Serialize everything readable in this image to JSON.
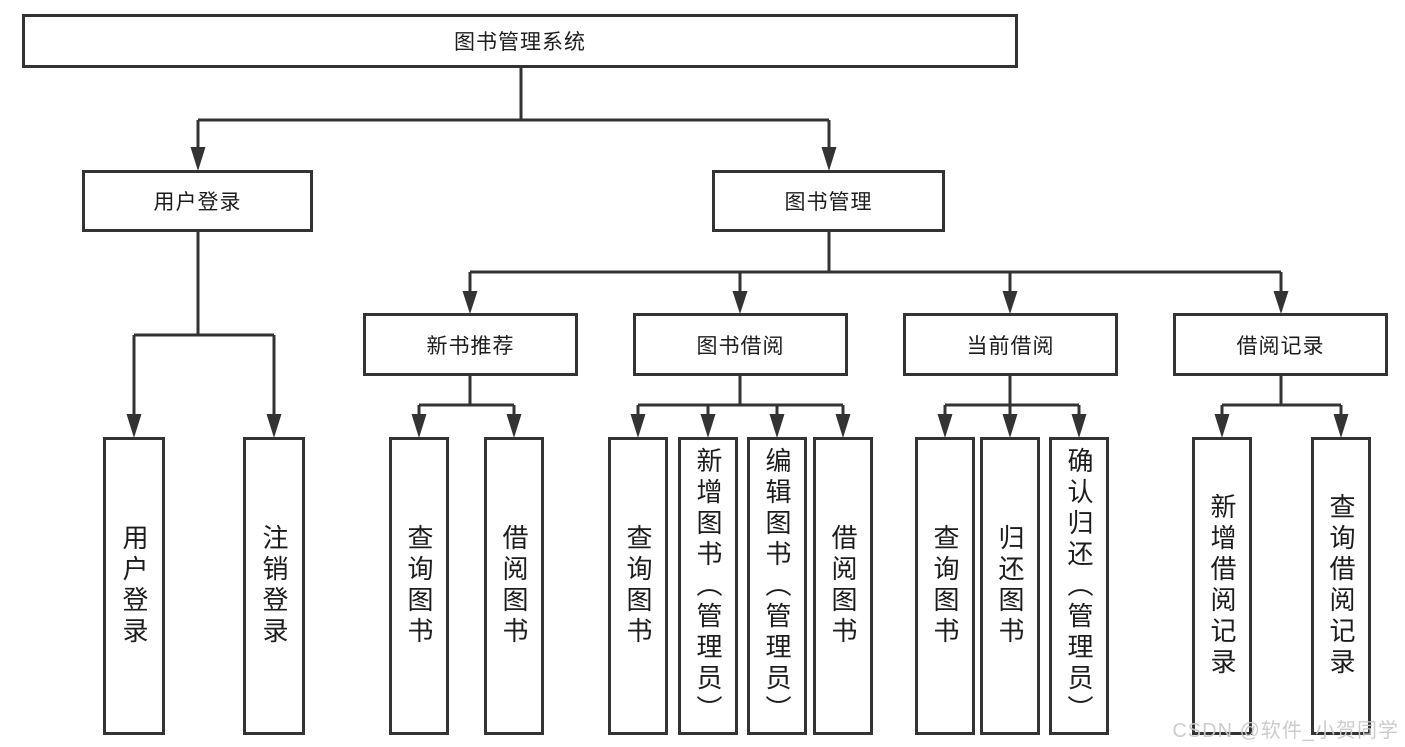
{
  "tree": {
    "label": "图书管理系统",
    "children": [
      {
        "label": "用户登录",
        "children": [
          {
            "label": "用户登录"
          },
          {
            "label": "注销登录"
          }
        ]
      },
      {
        "label": "图书管理",
        "children": [
          {
            "label": "新书推荐",
            "children": [
              {
                "label": "查询图书"
              },
              {
                "label": "借阅图书"
              }
            ]
          },
          {
            "label": "图书借阅",
            "children": [
              {
                "label": "查询图书"
              },
              {
                "label": "新增图书（管理员）"
              },
              {
                "label": "编辑图书（管理员）"
              },
              {
                "label": "借阅图书"
              }
            ]
          },
          {
            "label": "当前借阅",
            "children": [
              {
                "label": "查询图书"
              },
              {
                "label": "归还图书"
              },
              {
                "label": "确认归还（管理员）"
              }
            ]
          },
          {
            "label": "借阅记录",
            "children": [
              {
                "label": "新增借阅记录"
              },
              {
                "label": "查询借阅记录"
              }
            ]
          }
        ]
      }
    ]
  },
  "watermark": {
    "text": "CSDN @软件_小贺同学"
  },
  "colors": {
    "line": "#333333",
    "text": "#1c1c1c",
    "background": "#ffffff",
    "watermark": "#c9c9c9"
  }
}
